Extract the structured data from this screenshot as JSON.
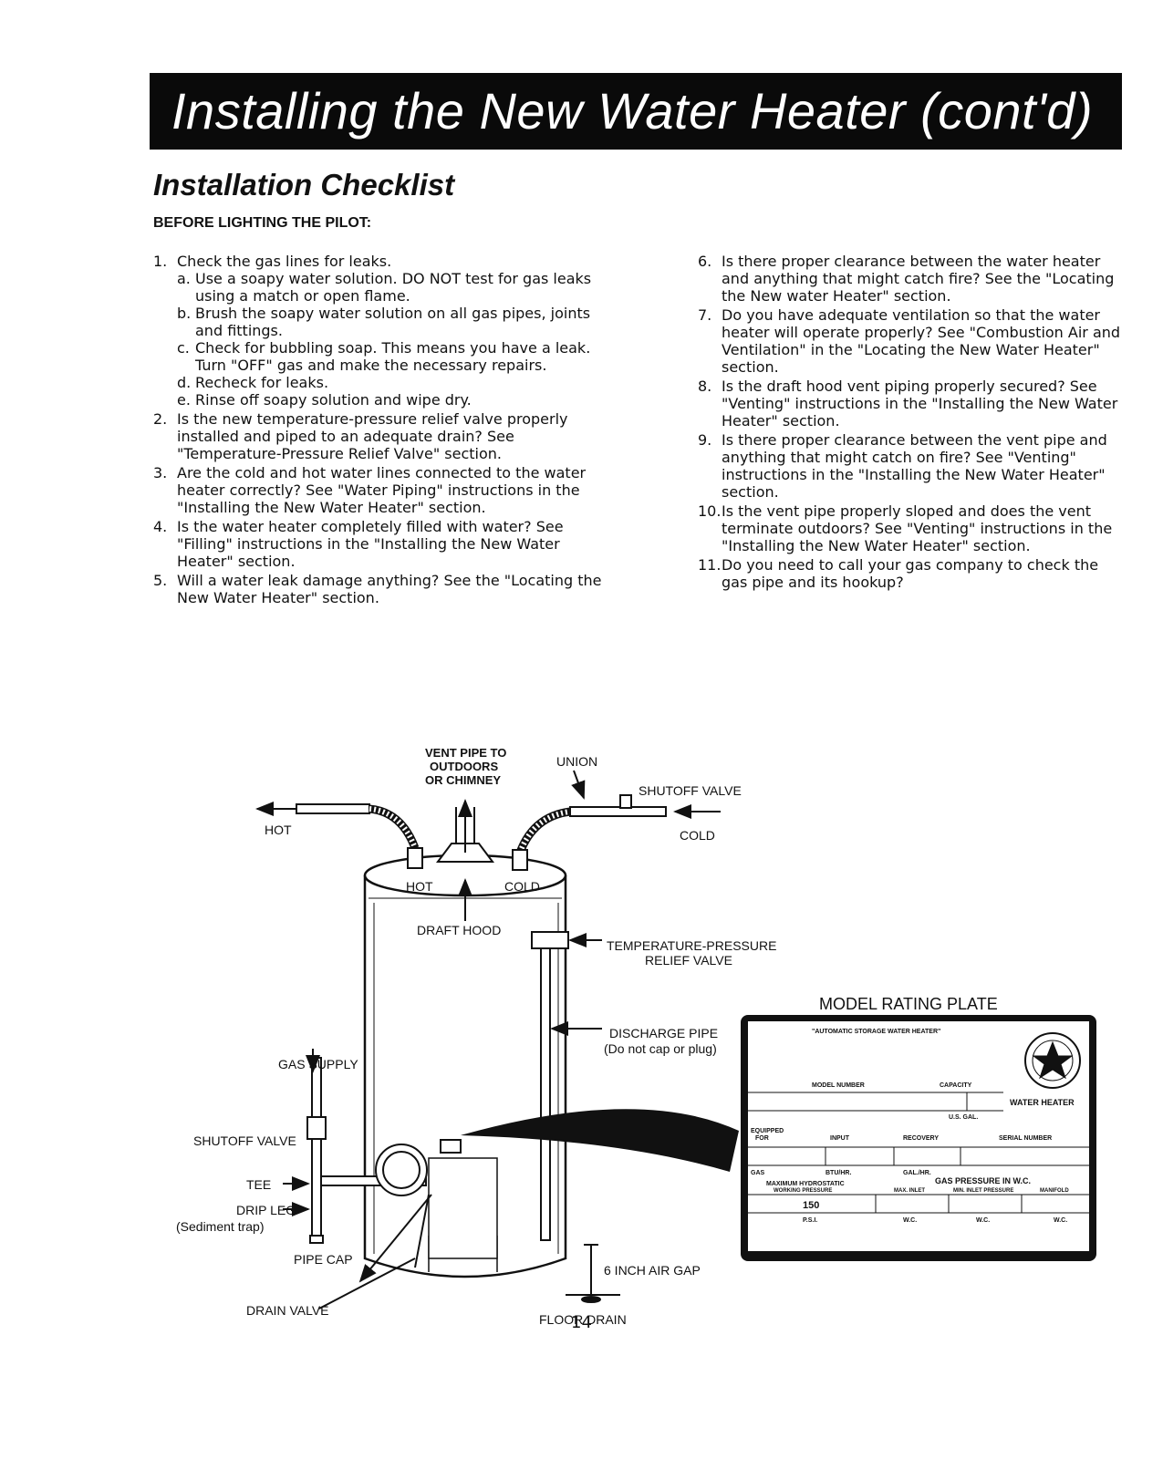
{
  "header": {
    "banner_title": "Installing the New Water Heater (cont'd)",
    "section_title": "Installation Checklist",
    "subheading": "BEFORE LIGHTING THE PILOT:"
  },
  "checklist_left": [
    {
      "num": "1.",
      "text": "Check the gas lines for leaks.",
      "subs": [
        {
          "letter": "a.",
          "text": "Use a soapy water solution. DO NOT test for gas leaks using a match or open flame."
        },
        {
          "letter": "b.",
          "text": "Brush the soapy water solution on all gas pipes, joints and fittings."
        },
        {
          "letter": "c.",
          "text": "Check for bubbling soap. This means you have a leak. Turn \"OFF\" gas and make the necessary repairs."
        },
        {
          "letter": "d.",
          "text": "Recheck for leaks."
        },
        {
          "letter": "e.",
          "text": "Rinse off soapy solution and wipe dry."
        }
      ]
    },
    {
      "num": "2.",
      "text": "Is the new temperature-pressure relief valve properly installed and piped to an adequate drain? See \"Temperature-Pressure Relief Valve\" section."
    },
    {
      "num": "3.",
      "text": "Are the cold and hot water lines connected to the water heater correctly? See \"Water Piping\" instructions in the \"Installing the New Water Heater\" section."
    },
    {
      "num": "4.",
      "text": "Is the water heater completely filled with water? See \"Filling\" instructions in the \"Installing the New Water Heater\" section."
    },
    {
      "num": "5.",
      "text": "Will a water leak damage anything? See the \"Locating the New Water Heater\" section."
    }
  ],
  "checklist_right": [
    {
      "num": "6.",
      "text": "Is there proper clearance between the water heater and anything that might catch fire? See the \"Locating the New water Heater\" section."
    },
    {
      "num": "7.",
      "text": "Do you have adequate ventilation so that the water heater will operate properly? See \"Combustion Air and Ventilation\" in the \"Locating the New Water Heater\" section."
    },
    {
      "num": "8.",
      "text": "Is the draft hood vent piping properly secured? See \"Venting\" instructions in the \"Installing the New Water Heater\" section."
    },
    {
      "num": "9.",
      "text": "Is there proper clearance between the vent pipe and anything that might catch on fire? See \"Venting\" instructions in the \"Installing the New Water Heater\" section."
    },
    {
      "num": "10.",
      "text": "Is the vent pipe properly sloped and does the vent terminate outdoors? See \"Venting\" instructions in the \"Installing the New Water Heater\" section."
    },
    {
      "num": "11.",
      "text": "Do you need to call your gas company to check the gas pipe and its hookup?"
    }
  ],
  "diagram": {
    "vent_pipe_line1": "VENT PIPE TO",
    "vent_pipe_line2": "OUTDOORS",
    "vent_pipe_line3": "OR CHIMNEY",
    "union": "UNION",
    "shutoff_valve_top": "SHUTOFF VALVE",
    "hot": "HOT",
    "cold": "COLD",
    "tank_hot": "HOT",
    "tank_cold": "COLD",
    "draft_hood": "DRAFT HOOD",
    "tp_valve_line1": "TEMPERATURE-PRESSURE",
    "tp_valve_line2": "RELIEF VALVE",
    "discharge_pipe": "DISCHARGE PIPE",
    "discharge_note": "(Do not cap or plug)",
    "gas_supply": "GAS SUPPLY",
    "shutoff_valve_side": "SHUTOFF VALVE",
    "tee": "TEE",
    "drip_leg": "DRIP LEG",
    "sediment_trap": "(Sediment trap)",
    "pipe_cap": "PIPE CAP",
    "drain_valve": "DRAIN VALVE",
    "air_gap": "6 INCH AIR GAP",
    "floor_drain": "FLOOR DRAIN"
  },
  "rating_plate": {
    "title": "MODEL RATING PLATE",
    "top_line": "\"AUTOMATIC STORAGE WATER HEATER\"",
    "model_number": "MODEL NUMBER",
    "capacity": "CAPACITY",
    "us_gal": "U.S. GAL.",
    "water_heater": "WATER HEATER",
    "equipped_for_1": "EQUIPPED",
    "equipped_for_2": "FOR",
    "input": "INPUT",
    "recovery": "RECOVERY",
    "serial_number": "SERIAL NUMBER",
    "gas": "GAS",
    "btu_hr": "BTU/HR.",
    "gal_hr": "GAL./HR.",
    "max_hydro": "MAXIMUM HYDROSTATIC",
    "working_pressure": "WORKING PRESSURE",
    "gas_pressure": "GAS PRESSURE IN W.C.",
    "max_inlet": "MAX. INLET",
    "min_inlet": "MIN. INLET PRESSURE",
    "manifold": "MANIFOLD",
    "pressure_value": "150",
    "psi": "P.S.I.",
    "wc1": "W.C.",
    "wc2": "W.C.",
    "wc3": "W.C."
  },
  "footer": {
    "page_number": "14"
  }
}
